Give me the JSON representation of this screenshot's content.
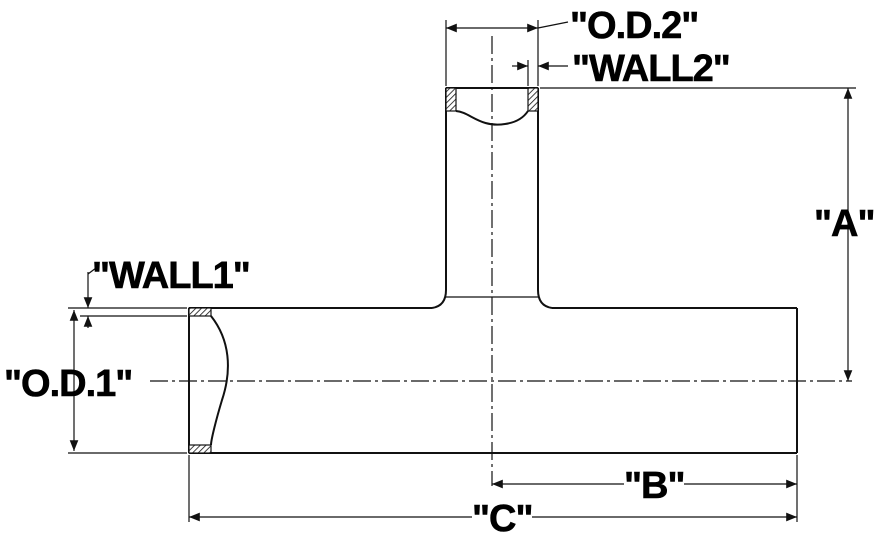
{
  "diagram": {
    "labels": {
      "od2": "\"O.D.2\"",
      "wall2": "\"WALL2\"",
      "a": "\"A\"",
      "wall1": "\"WALL1\"",
      "od1": "\"O.D.1\"",
      "b": "\"B\"",
      "c": "\"C\""
    },
    "colors": {
      "line": "#111111",
      "background": "#ffffff"
    }
  }
}
